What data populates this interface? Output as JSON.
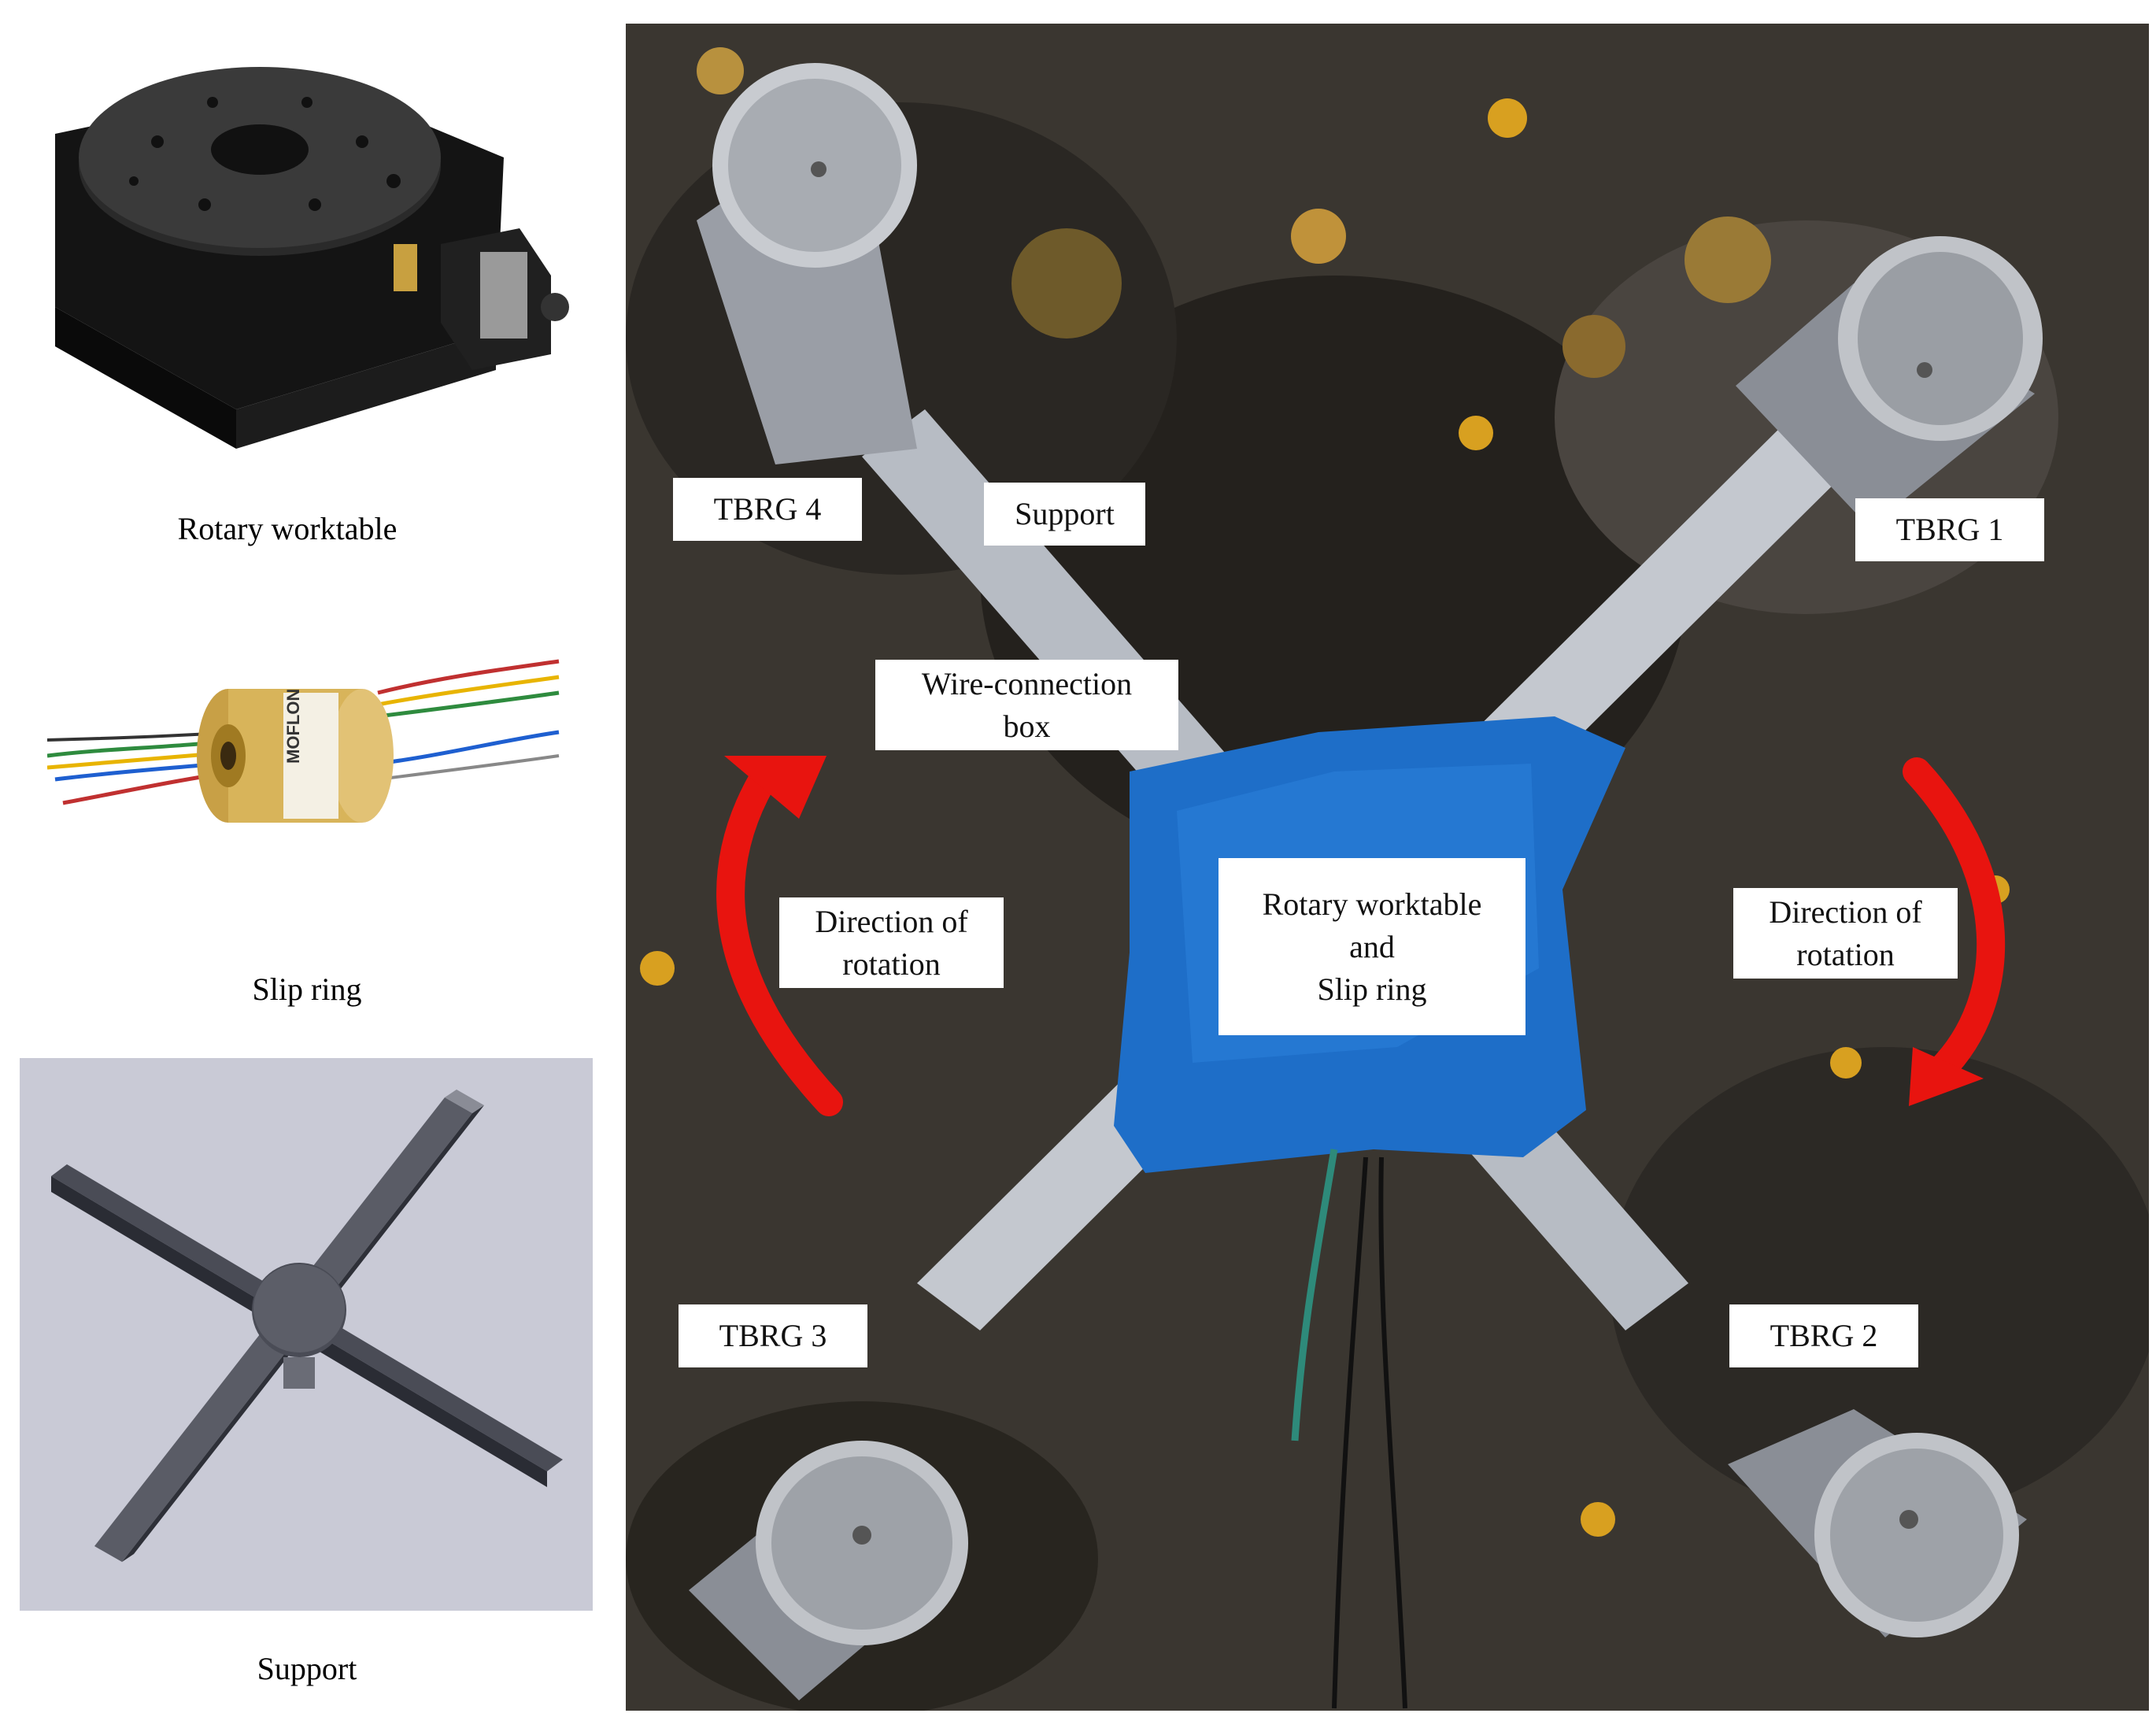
{
  "captions": {
    "rotary_worktable": "Rotary worktable",
    "slip_ring": "Slip ring",
    "support": "Support"
  },
  "slip_ring_brand": "MOFLON",
  "photo_labels": {
    "tbrg4": "TBRG 4",
    "support": "Support",
    "tbrg1": "TBRG 1",
    "wire_box_line1": "Wire-connection",
    "wire_box_line2": "box",
    "dir_left_line1": "Direction of",
    "dir_left_line2": "rotation",
    "center_line1": "Rotary worktable",
    "center_line2": "and",
    "center_line3": "Slip ring",
    "dir_right_line1": "Direction of",
    "dir_right_line2": "rotation",
    "tbrg3": "TBRG 3",
    "tbrg2": "TBRG 2"
  },
  "colors": {
    "arrow_red": "#e8140f",
    "cover_blue": "#1e6ec8",
    "ground": "#3a3630",
    "render_bg": "#c9cad6"
  }
}
